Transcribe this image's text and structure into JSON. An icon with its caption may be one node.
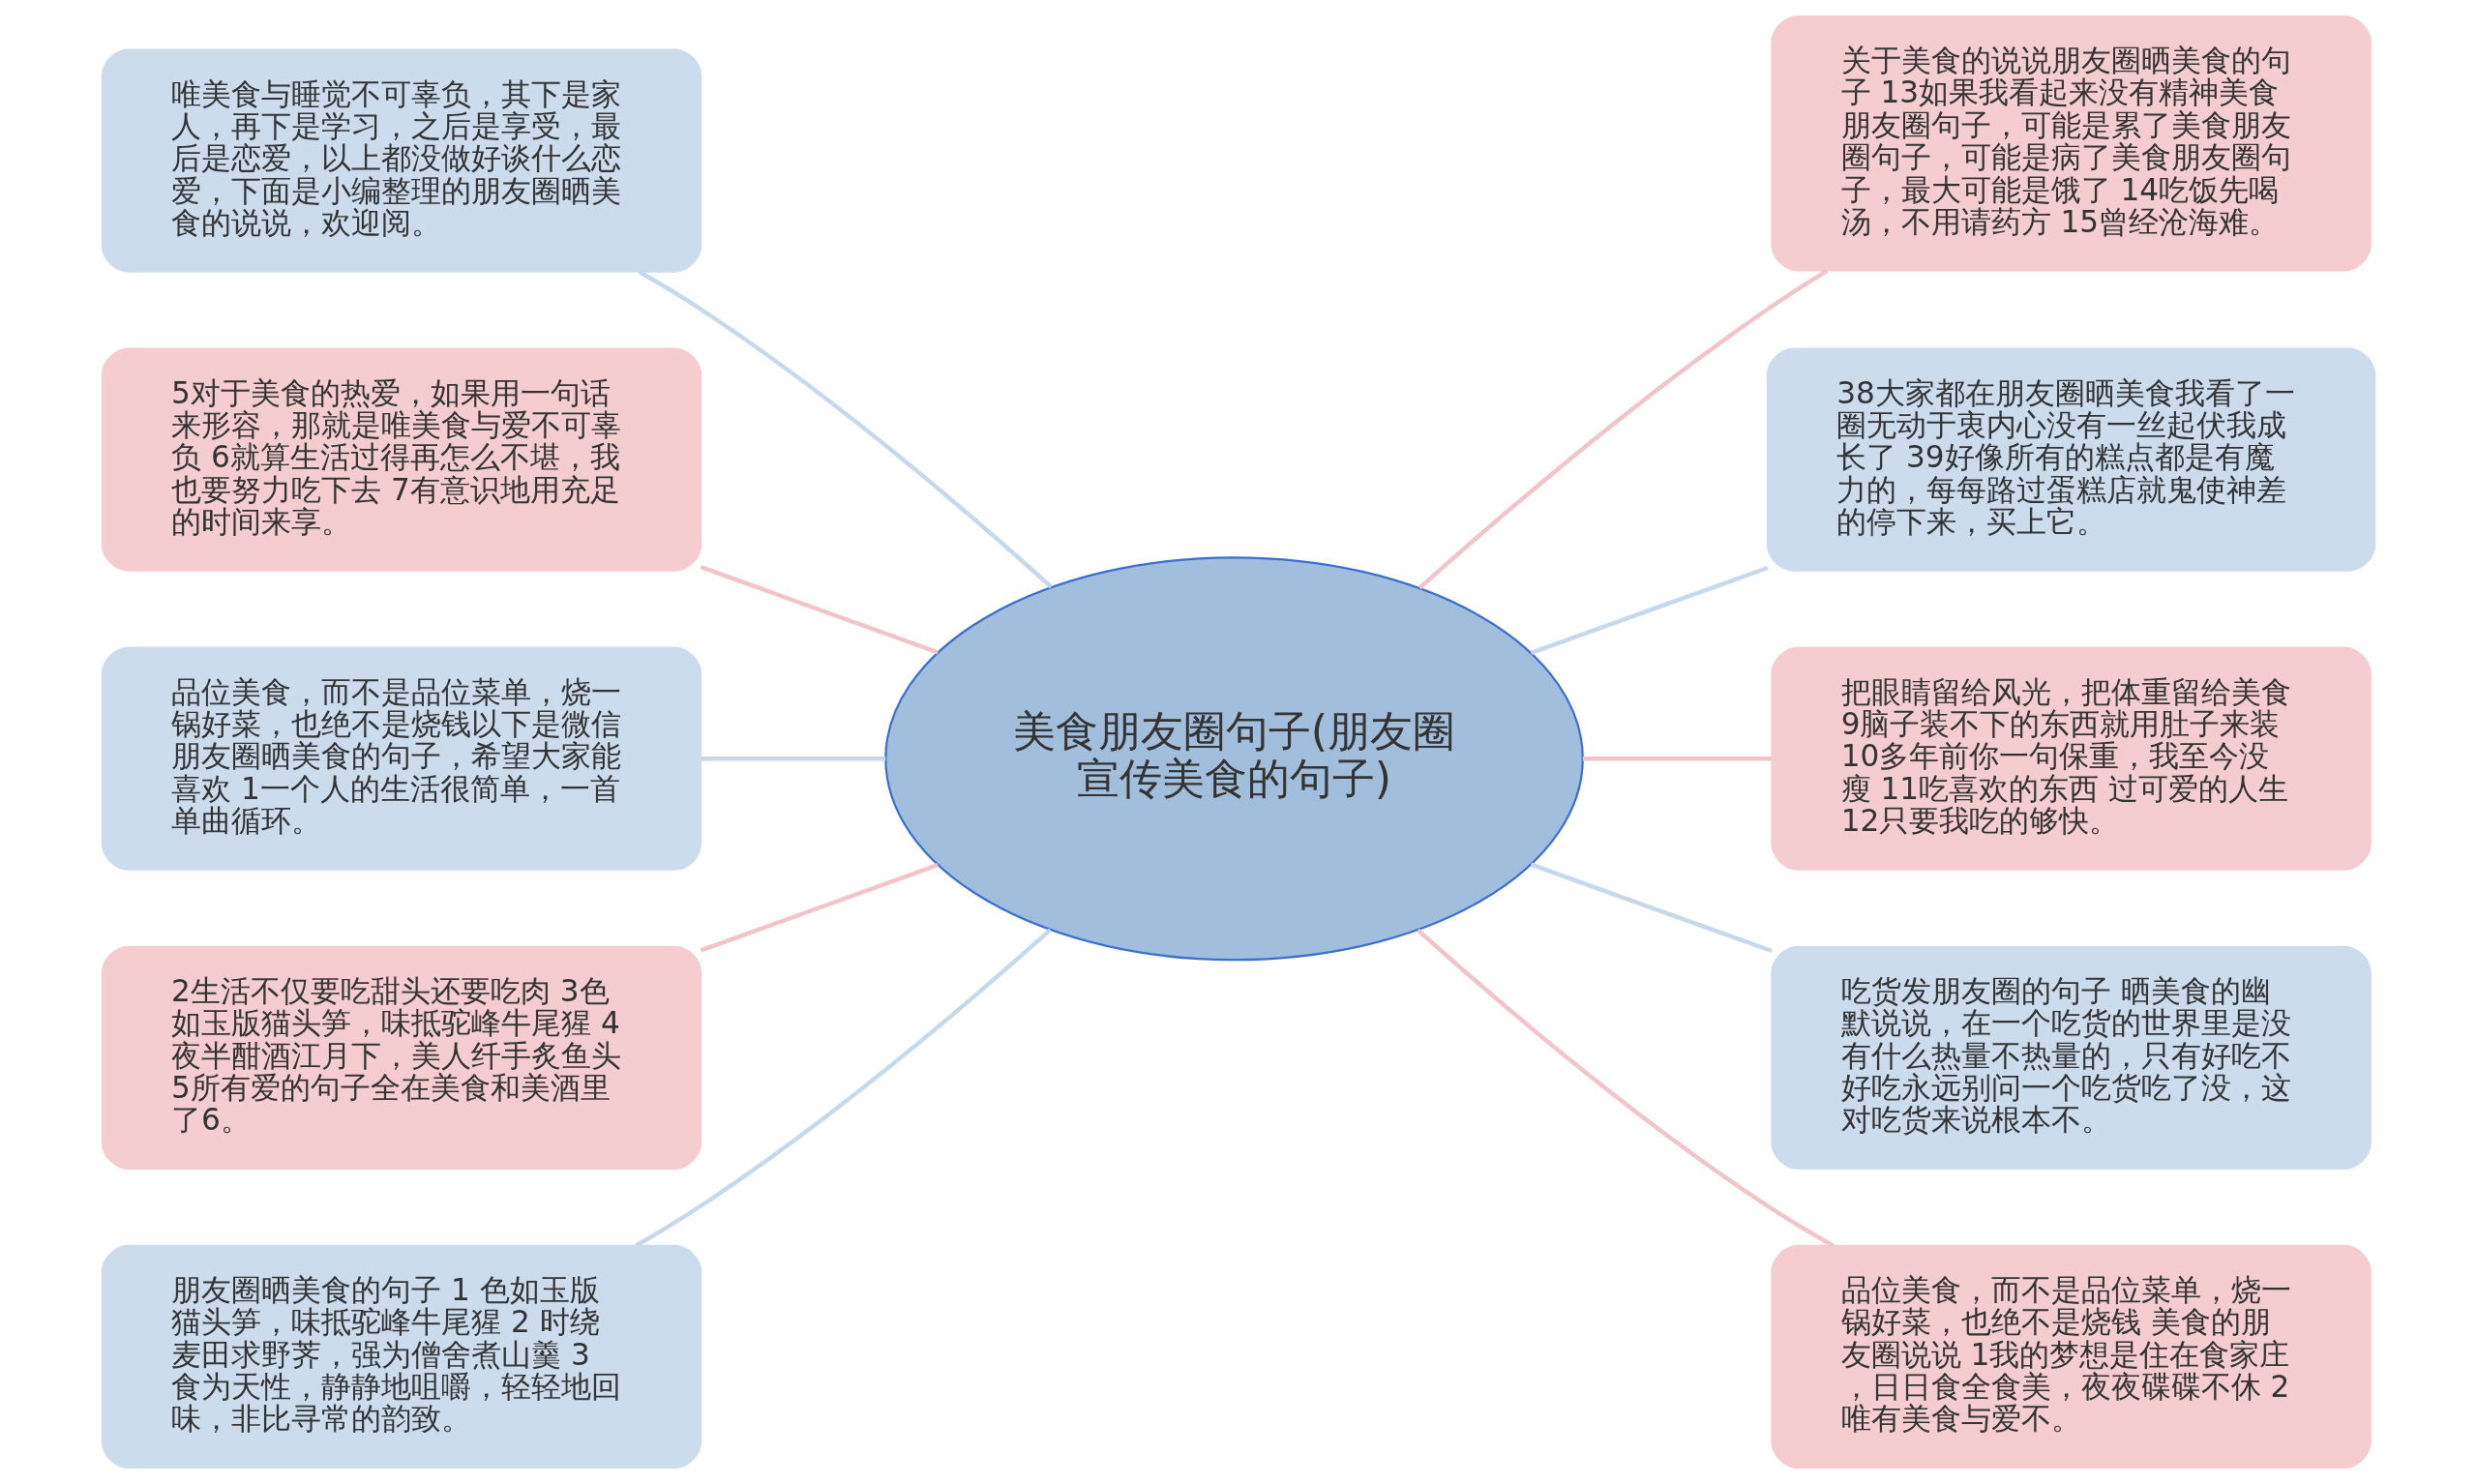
{
  "diagram": {
    "nodes": [
      {
        "text": [
          "美食朋友圈句子(朋友圈宣传美食的句子)"
        ]
      },
      {
        "text": [
          "唯美食与睡觉不可辜负，其下是家人，再下是学习，之后是享受，最后是恋爱，以上都没做好谈什么恋爱，下面是小编整理的朋友圈晒美食的说说，欢迎阅。"
        ]
      },
      {
        "text": [
          "5对于美食的热爱，如果用一句话来形容，那就是唯美食与爱不可辜负 6就算生活过得再怎么不堪，我也要努力吃下去 7有意识地用充足的时间来享。"
        ]
      },
      {
        "text": [
          "品位美食，而不是品位菜单，烧一锅好菜，也绝不是烧钱以下是微信朋友圈晒美食的句子，希望大家能喜欢 1一个人的生活很简单，一首单曲循环。"
        ]
      },
      {
        "text": [
          "2生活不仅要吃甜头还要吃肉 3色如玉版猫头笋，味抵驼峰牛尾猩 4夜半酣酒江月下，美人纤手炙鱼头 5所有爱的句子全在美食和美酒里了6。"
        ]
      },
      {
        "text": [
          "朋友圈晒美食的句子 1 色如玉版猫头笋，味抵驼峰牛尾猩 2 时绕麦田求野荠，强为僧舍煮山羹 3 食为天性，静静地咀嚼，轻轻地回味，非比寻常的韵致。"
        ]
      },
      {
        "text": [
          "关于美食的说说朋友圈晒美食的句子 13如果我看起来没有精神美食朋友圈句子，可能是累了美食朋友圈句子，可能是病了美食朋友圈句子，最大可能是饿了 14吃饭先喝汤，不用请药方 15曾经沧海难。"
        ]
      },
      {
        "text": [
          "38大家都在朋友圈晒美食我看了一圈无动于衷内心没有一丝起伏我成长了 39好像所有的糕点都是有魔力的，每每路过蛋糕店就鬼使神差的停下来，买上它。"
        ]
      },
      {
        "text": [
          "把眼睛留给风光，把体重留给美食 9脑子装不下的东西就用肚子来装 10多年前你一句保重，我至今没瘦 11吃喜欢的东西 过可爱的人生 12只要我吃的够快。"
        ]
      },
      {
        "text": [
          "吃货发朋友圈的句子 晒美食的幽默说说，在一个吃货的世界里是没有什么热量不热量的，只有好吃不好吃永远别问一个吃货吃了没，这对吃货来说根本不。"
        ]
      },
      {
        "text": [
          "品位美食，而不是品位菜单，烧一锅好菜，也绝不是烧钱 美食的朋友圈说说 1我的梦想是住在食家庄，日日食全食美，夜夜碟碟不休 2唯有美食与爱不。"
        ]
      }
    ],
    "edges": [
      {
        "from": 0,
        "to": 1,
        "arrow": "none",
        "color": "#c6d8ea"
      },
      {
        "from": 0,
        "to": 2,
        "arrow": "none",
        "color": "#f2c4c9"
      },
      {
        "from": 0,
        "to": 3,
        "arrow": "none",
        "color": "#c6d8ea"
      },
      {
        "from": 0,
        "to": 4,
        "arrow": "none",
        "color": "#f2c4c9"
      },
      {
        "from": 0,
        "to": 5,
        "arrow": "none",
        "color": "#c6d8ea"
      },
      {
        "from": 0,
        "to": 6,
        "arrow": "none",
        "color": "#f2c4c9"
      },
      {
        "from": 0,
        "to": 7,
        "arrow": "none",
        "color": "#c6d8ea"
      },
      {
        "from": 0,
        "to": 8,
        "arrow": "none",
        "color": "#f2c4c9"
      },
      {
        "from": 0,
        "to": 9,
        "arrow": "none",
        "color": "#c6d8ea"
      },
      {
        "from": 0,
        "to": 10,
        "arrow": "none",
        "color": "#f2c4c9"
      }
    ]
  }
}
